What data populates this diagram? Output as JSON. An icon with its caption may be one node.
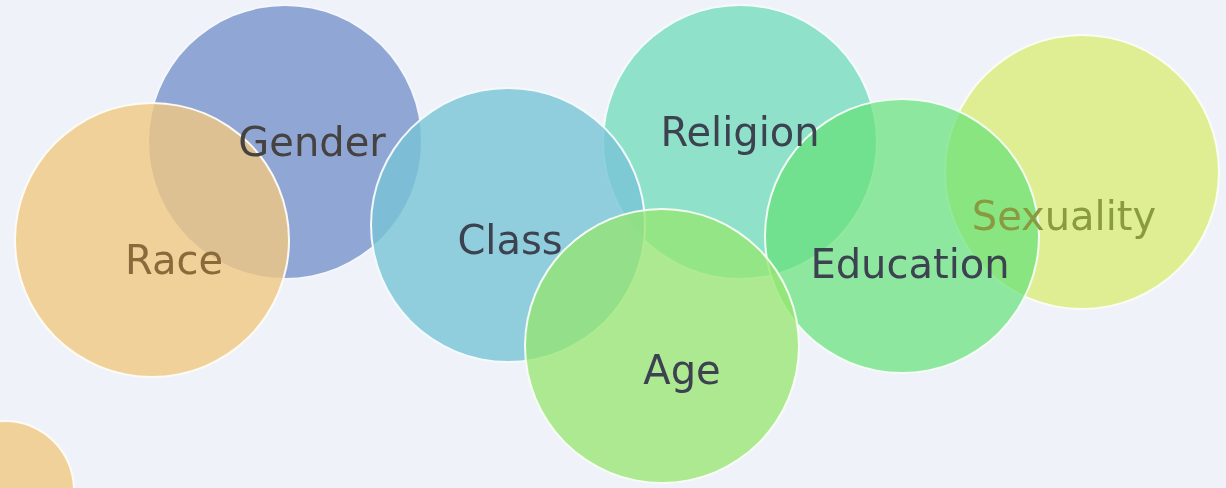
{
  "diagram": {
    "nodes": [
      {
        "text": [
          "Gender"
        ]
      },
      {
        "text": [
          "Religion"
        ]
      },
      {
        "text": [
          "Sexuality"
        ]
      },
      {
        "text": [
          "Race"
        ]
      },
      {
        "text": [
          "Class"
        ]
      },
      {
        "text": [
          "Education"
        ]
      },
      {
        "text": [
          "Age"
        ]
      },
      {
        "text": [],
        "shape": "circle"
      }
    ]
  }
}
